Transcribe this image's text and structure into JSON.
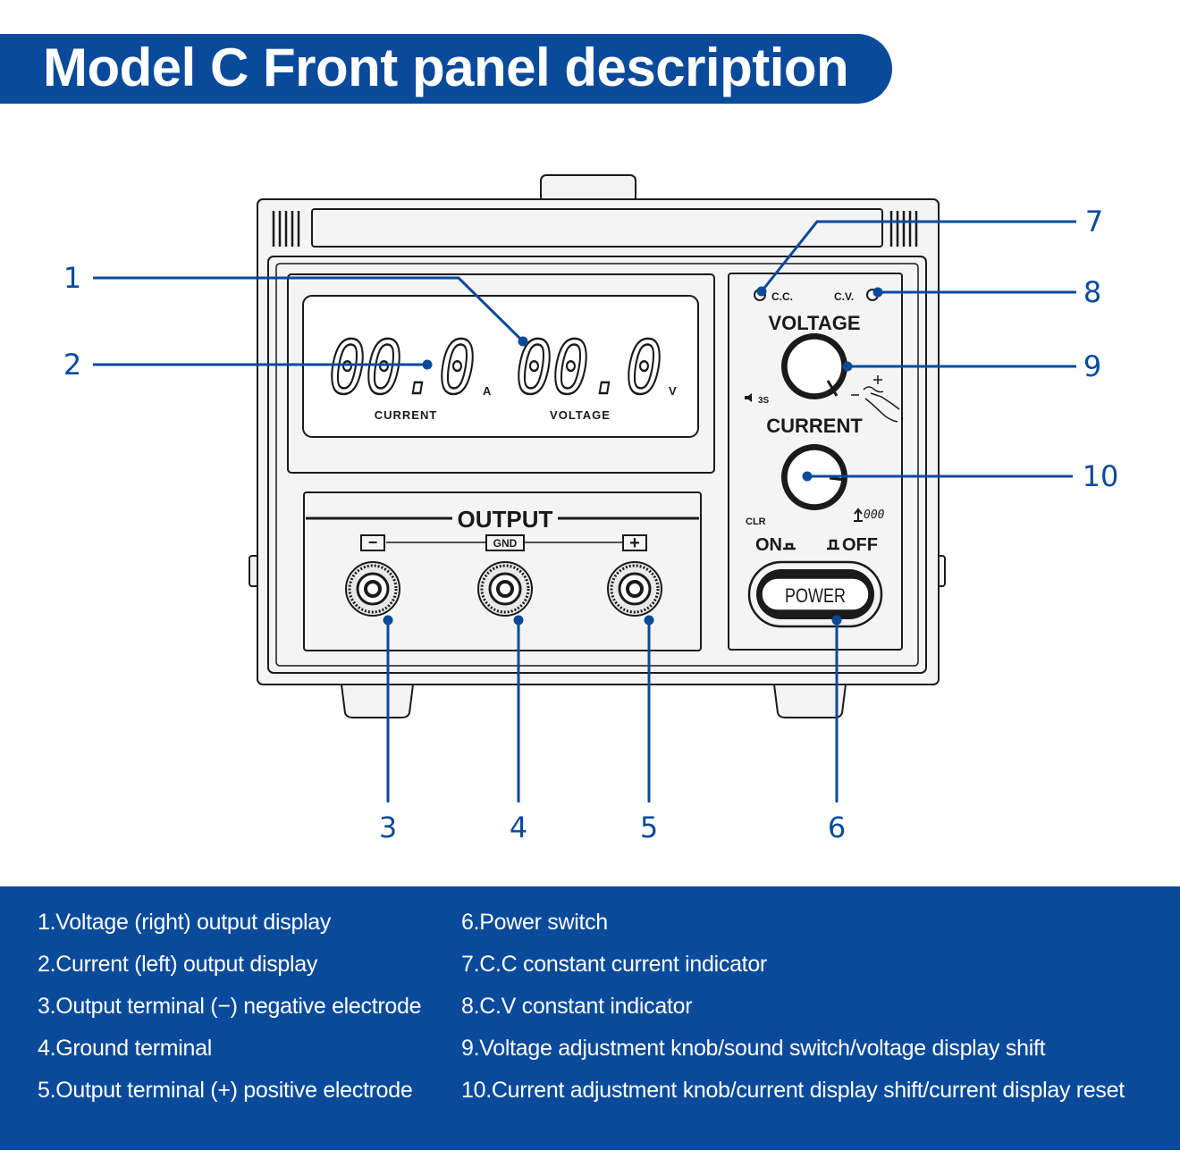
{
  "title": "Model C Front panel description",
  "panel": {
    "display": {
      "current_digits": "00.0",
      "voltage_digits": "00.0",
      "current_unit": "A",
      "voltage_unit": "V",
      "current_label": "CURRENT",
      "voltage_label": "VOLTAGE"
    },
    "output_label": "OUTPUT",
    "terminals": {
      "neg": "−",
      "gnd": "GND",
      "pos": "+"
    },
    "indicators": {
      "cc": "C.C.",
      "cv": "C.V."
    },
    "voltage_label": "VOLTAGE",
    "current_label": "CURRENT",
    "sound_label": "3S",
    "clr_label": "CLR",
    "reset_label": "000",
    "on_label": "ON",
    "off_label": "OFF",
    "power_label": "POWER"
  },
  "callouts": [
    "1",
    "2",
    "3",
    "4",
    "5",
    "6",
    "7",
    "8",
    "9",
    "10"
  ],
  "colors": {
    "brand_blue": "#0a4a9b",
    "outline": "#1a1a1a",
    "panel_bg": "#f3f3f3"
  },
  "legend": {
    "left": [
      "1.Voltage (right) output display",
      "2.Current (left) output display",
      "3.Output terminal (−) negative electrode",
      "4.Ground terminal",
      "5.Output terminal (+) positive electrode"
    ],
    "right": [
      "6.Power switch",
      "7.C.C constant current indicator",
      "8.C.V constant indicator",
      "9.Voltage adjustment knob/sound switch/voltage display shift",
      "10.Current adjustment knob/current display shift/current display reset"
    ]
  }
}
